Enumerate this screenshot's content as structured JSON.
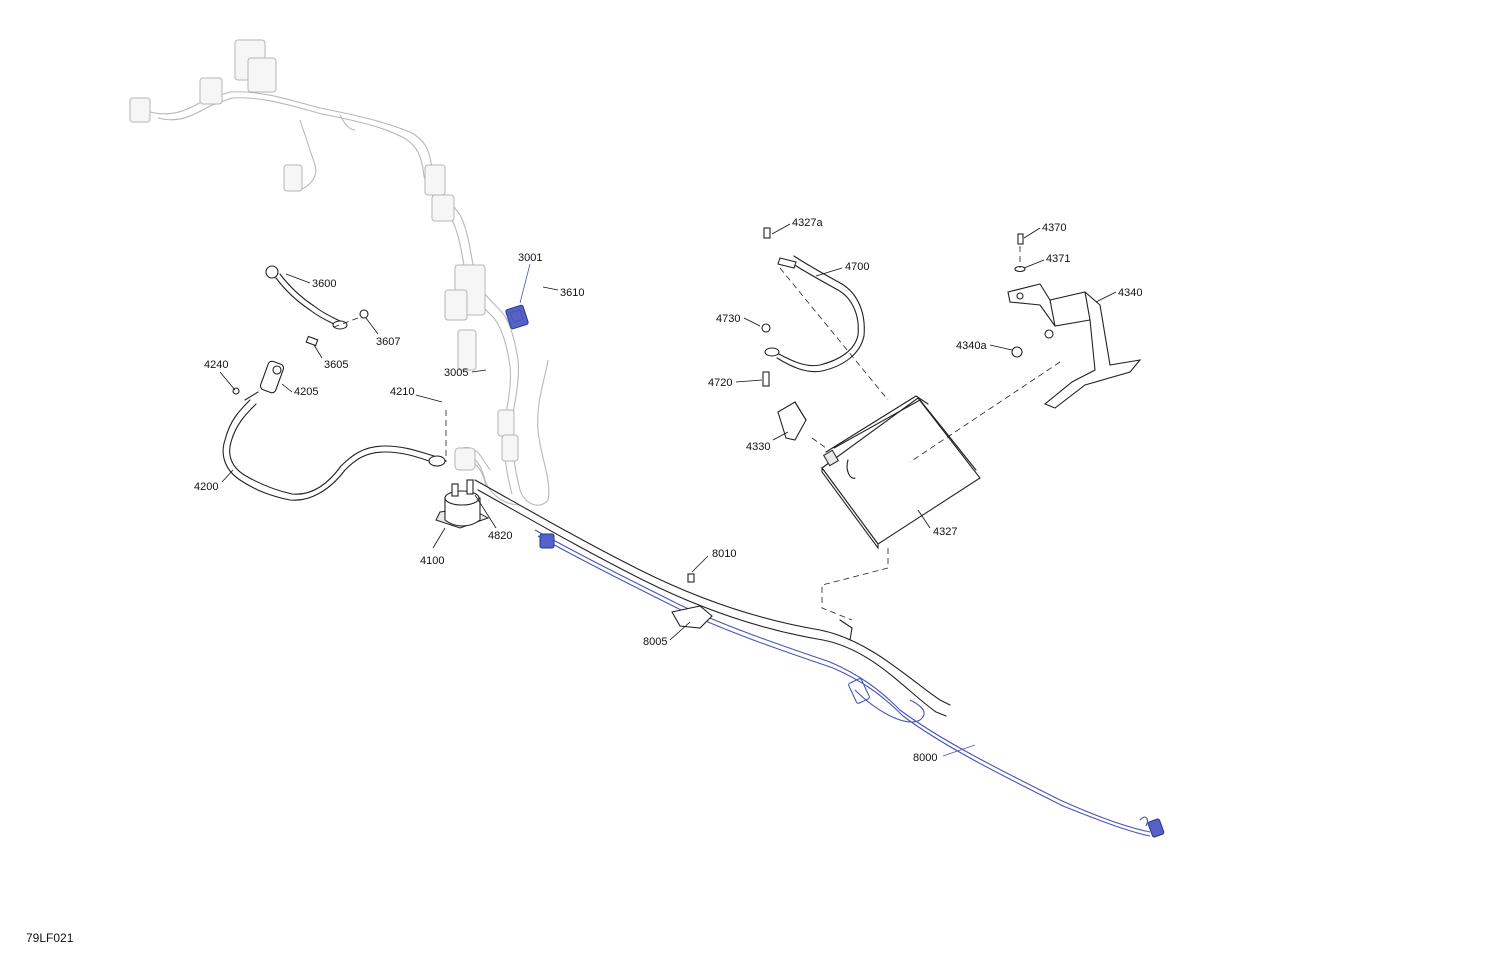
{
  "figure_code": "79LF021",
  "callouts": [
    {
      "id": "c3001",
      "text": "3001"
    },
    {
      "id": "c3610",
      "text": "3610"
    },
    {
      "id": "c3600",
      "text": "3600"
    },
    {
      "id": "c3607",
      "text": "3607"
    },
    {
      "id": "c3605",
      "text": "3605"
    },
    {
      "id": "c3005",
      "text": "3005"
    },
    {
      "id": "c4240",
      "text": "4240"
    },
    {
      "id": "c4205",
      "text": "4205"
    },
    {
      "id": "c4210",
      "text": "4210"
    },
    {
      "id": "c4200",
      "text": "4200"
    },
    {
      "id": "c4820",
      "text": "4820"
    },
    {
      "id": "c4100",
      "text": "4100"
    },
    {
      "id": "c4327a",
      "text": "4327a"
    },
    {
      "id": "c4700",
      "text": "4700"
    },
    {
      "id": "c4730",
      "text": "4730"
    },
    {
      "id": "c4720",
      "text": "4720"
    },
    {
      "id": "c4330",
      "text": "4330"
    },
    {
      "id": "c4327",
      "text": "4327"
    },
    {
      "id": "c4370",
      "text": "4370"
    },
    {
      "id": "c4371",
      "text": "4371"
    },
    {
      "id": "c4340",
      "text": "4340"
    },
    {
      "id": "c4340a",
      "text": "4340a"
    },
    {
      "id": "c8010",
      "text": "8010"
    },
    {
      "id": "c8005",
      "text": "8005"
    },
    {
      "id": "c8000",
      "text": "8000"
    }
  ],
  "colors": {
    "line": "#222222",
    "ghost": "#b8b8b8",
    "highlight": "#4a55b5"
  }
}
